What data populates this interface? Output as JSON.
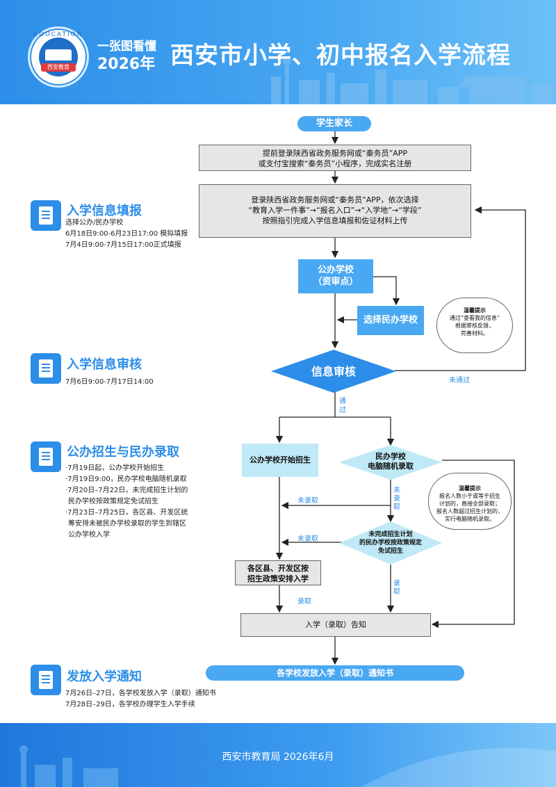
{
  "header": {
    "logo_ring_text": "EDUCATION",
    "logo_badge": "西安教育",
    "subtitle_line1": "一张图看懂",
    "subtitle_line2": "2026年",
    "title": "西安市小学、初中报名入学流程"
  },
  "sections": [
    {
      "title": "入学信息填报",
      "lines": [
        "选择公办/民办学校",
        "6月18日9:00-6月23日17:00 模拟填报",
        "7月4日9:00-7月15日17:00正式填报"
      ]
    },
    {
      "title": "入学信息审核",
      "lines": [
        "7月6日9:00-7月17日14:00"
      ]
    },
    {
      "title": "公办招生与民办录取",
      "lines": [
        "·7月19日起，公办学校开始招生",
        "·7月19日9:00，民办学校电脑随机录取",
        "·7月20日–7月22日，未完成招生计划的",
        "民办学校按政策规定免试招生",
        "·7月23日–7月25日，各区县、开发区统",
        "筹安排未被民办学校录取的学生到辖区",
        "公办学校入学"
      ]
    },
    {
      "title": "发放入学通知",
      "lines": [
        "7月26日–27日，各学校发放入学（录取）通知书",
        "7月28日–29日，各学校办理学生入学手续"
      ]
    }
  ],
  "flow": {
    "start": "学生家长",
    "step1": [
      "提前登录陕西省政务服务网或“秦务员”APP",
      "或支付宝搜索“秦务员”小程序，完成实名注册"
    ],
    "step2": [
      "登录陕西省政务服务网或“秦务员”APP，依次选择",
      "“教育入学一件事”→“报名入口”→“入学地”→“学段”",
      "按照指引完成入学信息填报和佐证材料上传"
    ],
    "public_school": [
      "公办学校",
      "（资审点）"
    ],
    "private_school": "选择民办学校",
    "tip1_title": "温馨提示",
    "tip1": [
      "通过“查看我的信息”",
      "根据审核反馈，",
      "完善材料。"
    ],
    "review": "信息审核",
    "not_passed": "未通过",
    "passed": [
      "通",
      "过"
    ],
    "public_enroll": "公办学校开始招生",
    "private_lottery": [
      "民办学校",
      "电脑随机录取"
    ],
    "tip2_title": "温馨提示",
    "tip2": [
      "报名人数小于或等于招生",
      "计划的，直接全部录取；",
      "报名人数超过招生计划的，",
      "实行电脑随机录取。"
    ],
    "not_admitted_1": "未录取",
    "not_admitted_v": [
      "未",
      "录",
      "取"
    ],
    "not_admitted_2": "未录取",
    "private_exempt": [
      "未完成招生计划",
      "的民办学校按政策规定",
      "免试招生"
    ],
    "district_arrange": [
      "各区县、开发区按",
      "招生政策安排入学"
    ],
    "admitted_1": "录取",
    "admitted_v": [
      "录",
      "取"
    ],
    "notify": "入学（录取）告知",
    "final": "各学校发放入学（录取）通知书"
  },
  "footer": {
    "text": "西安市教育局  2026年6月"
  },
  "colors": {
    "primary": "#2c8ee8",
    "light_blue": "#49a8f2",
    "pale_blue": "#bfe9f6",
    "gray_box": "#e6e6e6"
  }
}
